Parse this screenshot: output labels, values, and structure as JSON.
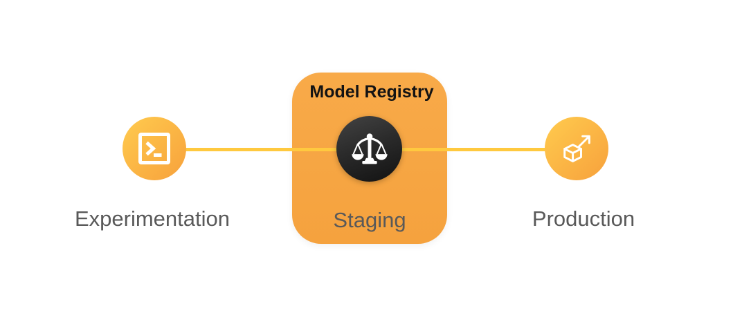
{
  "registry": {
    "title": "Model Registry"
  },
  "stages": [
    {
      "label": "Experimentation",
      "icon": "terminal-icon"
    },
    {
      "label": "Staging",
      "icon": "scales-icon"
    },
    {
      "label": "Production",
      "icon": "cube-arrow-icon"
    }
  ],
  "colors": {
    "registry_box_orange": "#F6A643",
    "connector_yellow": "#FFC93F",
    "node_gradient_start": "#FFCB4E",
    "node_gradient_end": "#F7A13C",
    "dark_node_start": "#434343",
    "dark_node_end": "#121212",
    "stage_label_gray": "#595959",
    "registry_title_black": "#131313",
    "icon_white": "#FFFFFF"
  }
}
